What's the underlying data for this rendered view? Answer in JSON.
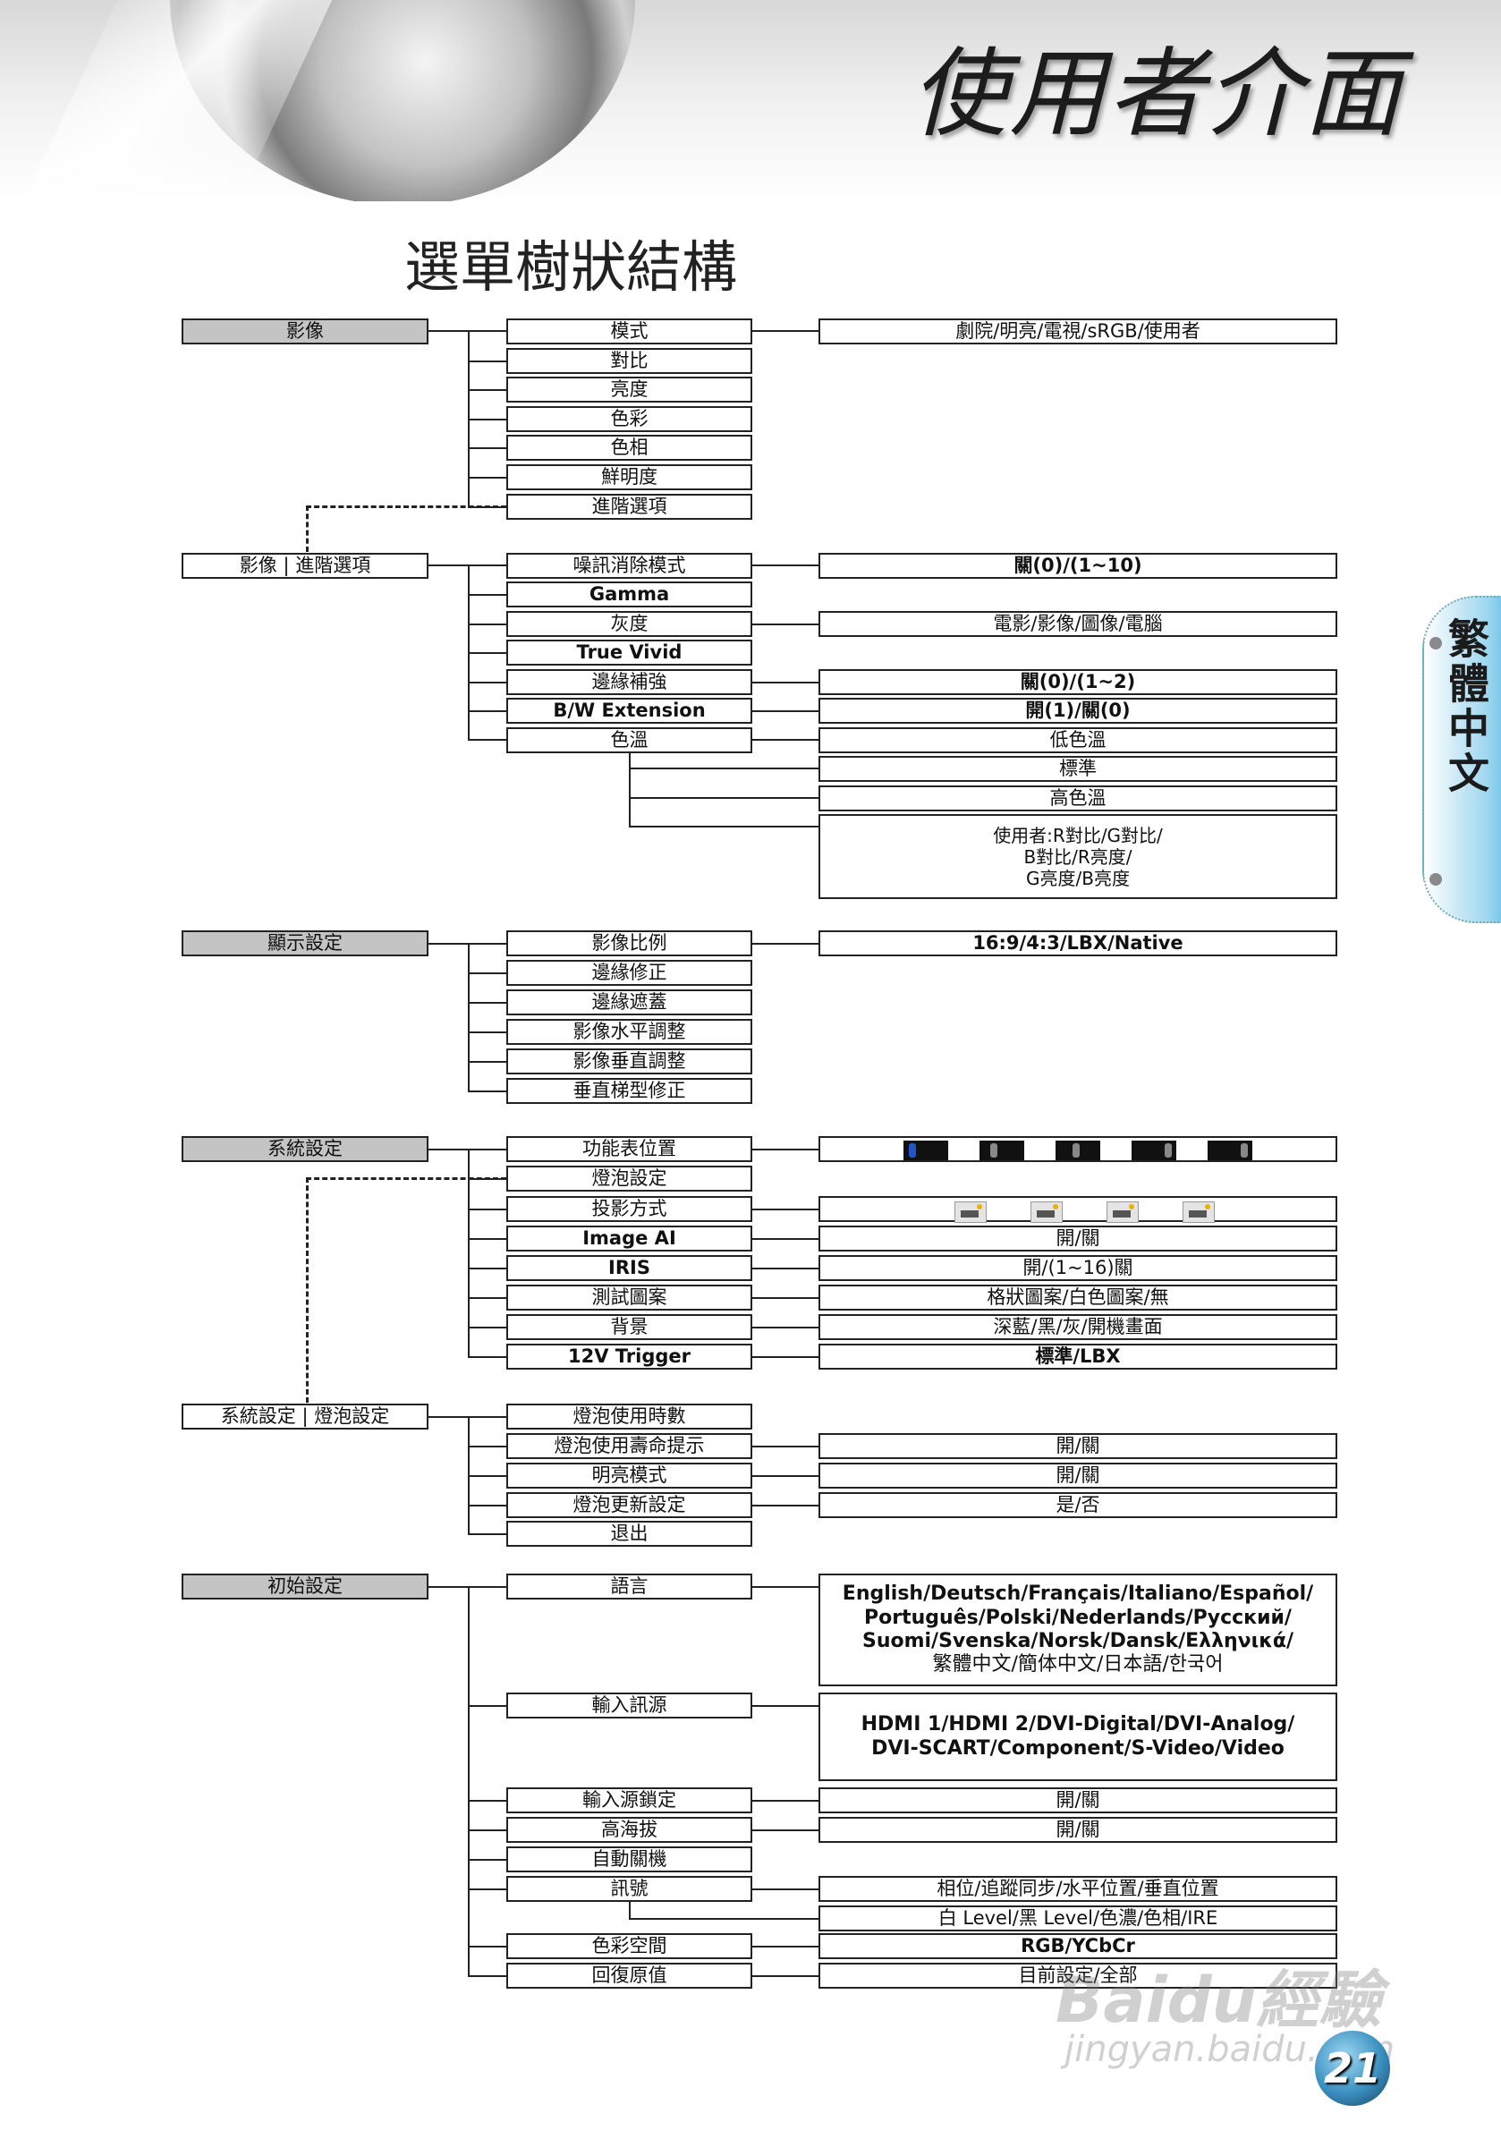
{
  "header": {
    "title": "使用者介面"
  },
  "section": {
    "title": "選單樹狀結構"
  },
  "side_tab": {
    "label": "繁體中文"
  },
  "page_number": "21",
  "watermark": {
    "brand": "Baidu經驗",
    "url": "jingyan.baidu.com"
  },
  "image_menu": {
    "category": "影像",
    "items": [
      "模式",
      "對比",
      "亮度",
      "色彩",
      "色相",
      "鮮明度",
      "進階選項"
    ],
    "mode_options": "劇院/明亮/電視/sRGB/使用者"
  },
  "image_advanced": {
    "category": "影像 | 進階選項",
    "items": [
      "噪訊消除模式",
      "Gamma",
      "灰度",
      "True Vivid",
      "邊緣補強",
      "B/W Extension",
      "色溫"
    ],
    "noise_options": "關(0)/(1~10)",
    "grayscale_options": "電影/影像/圖像/電腦",
    "edge_options": "關(0)/(1~2)",
    "bw_options": "開(1)/關(0)",
    "color_temp_options": [
      "低色溫",
      "標準",
      "高色溫"
    ],
    "user_temp_lines": [
      "使用者:R對比/G對比/",
      "B對比/R亮度/",
      "G亮度/B亮度"
    ]
  },
  "display_menu": {
    "category": "顯示設定",
    "items": [
      "影像比例",
      "邊緣修正",
      "邊緣遮蓋",
      "影像水平調整",
      "影像垂直調整",
      "垂直梯型修正"
    ],
    "aspect_options": "16:9/4:3/LBX/Native"
  },
  "system_menu": {
    "category": "系統設定",
    "items": [
      "功能表位置",
      "燈泡設定",
      "投影方式",
      "Image AI",
      "IRIS",
      "測試圖案",
      "背景",
      "12V Trigger"
    ],
    "image_ai_options": "開/關",
    "iris_options": "開/(1~16)關",
    "test_pattern_options": "格狀圖案/白色圖案/無",
    "background_options": "深藍/黑/灰/開機畫面",
    "trigger_options": "標準/LBX"
  },
  "lamp_menu": {
    "category": "系統設定 | 燈泡設定",
    "items": [
      "燈泡使用時數",
      "燈泡使用壽命提示",
      "明亮模式",
      "燈泡更新設定",
      "退出"
    ],
    "reminder_options": "開/關",
    "bright_options": "開/關",
    "reset_options": "是/否"
  },
  "init_menu": {
    "category": "初始設定",
    "items": [
      "語言",
      "輸入訊源",
      "輸入源鎖定",
      "高海拔",
      "自動關機",
      "訊號",
      "色彩空間",
      "回復原值"
    ],
    "language_lines": [
      "English/Deutsch/Français/Italiano/Español/",
      "Português/Polski/Nederlands/Русский/",
      "Suomi/Svenska/Norsk/Dansk/Ελληνικά/",
      "繁體中文/簡体中文/日本語/한국어"
    ],
    "source_lines": [
      "HDMI 1/HDMI 2/DVI-Digital/DVI-Analog/",
      "DVI-SCART/Component/S-Video/Video"
    ],
    "lock_options": "開/關",
    "altitude_options": "開/關",
    "signal_options_1": "相位/追蹤同步/水平位置/垂直位置",
    "signal_options_2": "白 Level/黑 Level/色濃/色相/IRE",
    "colorspace_options": "RGB/YCbCr",
    "reset_options": "目前設定/全部"
  },
  "colors": {
    "category_fill": "#c4c4c4",
    "line": "#222222",
    "tab_accent": "#5bbde6"
  }
}
